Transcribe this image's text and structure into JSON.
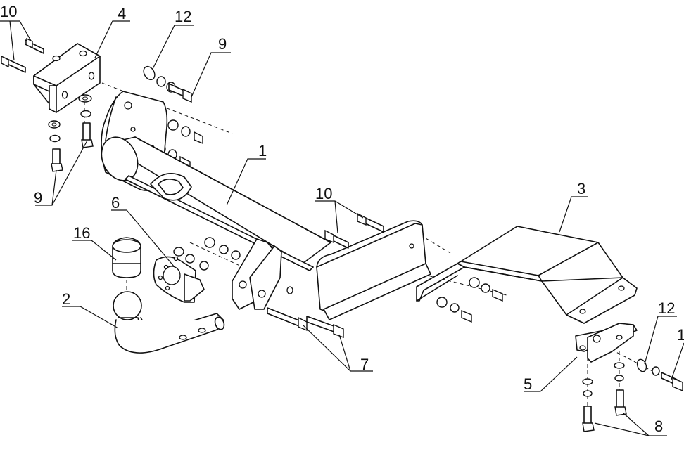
{
  "diagram": {
    "callouts": [
      {
        "id": "c10a",
        "text": "10"
      },
      {
        "id": "c4",
        "text": "4"
      },
      {
        "id": "c12a",
        "text": "12"
      },
      {
        "id": "c9a",
        "text": "9"
      },
      {
        "id": "c1",
        "text": "1"
      },
      {
        "id": "c9b",
        "text": "9"
      },
      {
        "id": "c6",
        "text": "6"
      },
      {
        "id": "c16",
        "text": "16"
      },
      {
        "id": "c2",
        "text": "2"
      },
      {
        "id": "c10b",
        "text": "10"
      },
      {
        "id": "c3",
        "text": "3"
      },
      {
        "id": "c7",
        "text": "7"
      },
      {
        "id": "c12b",
        "text": "12"
      },
      {
        "id": "c1b",
        "text": "1"
      },
      {
        "id": "c5",
        "text": "5"
      },
      {
        "id": "c8",
        "text": "8"
      }
    ]
  }
}
